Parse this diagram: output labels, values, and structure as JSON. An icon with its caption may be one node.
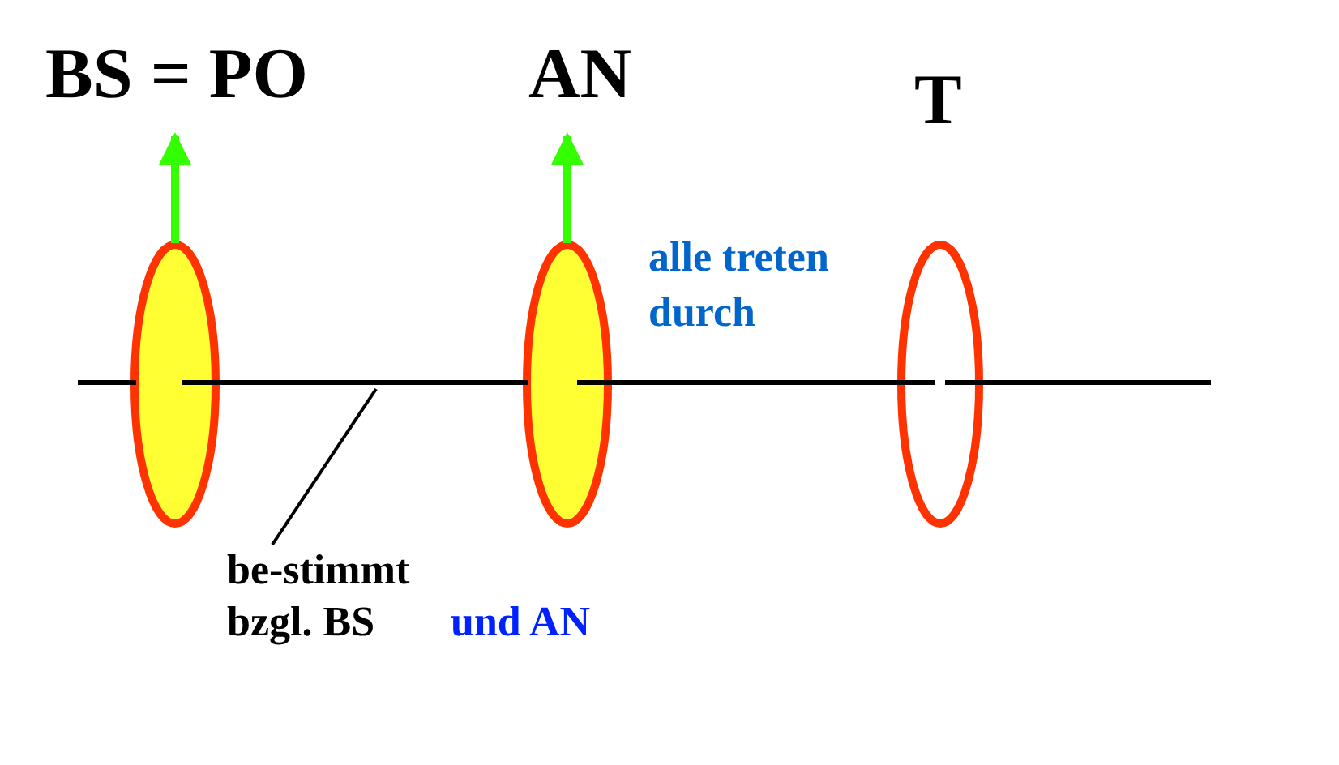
{
  "diagram": {
    "nodes": [
      {
        "text": [
          "BS = PO"
        ]
      },
      {
        "text": [],
        "shape": "ellipse"
      },
      {
        "text": [
          "AN"
        ]
      },
      {
        "text": [],
        "shape": "ellipse"
      },
      {
        "text": [
          "T"
        ]
      },
      {
        "text": [],
        "shape": "ellipse"
      },
      {
        "text": [
          "be-stimmt bzgl. BS",
          "und  AN"
        ]
      }
    ],
    "edges": [
      {
        "from": 1,
        "to": 0,
        "arrow": "to",
        "color": "#33ff00"
      },
      {
        "from": 3,
        "to": 2,
        "arrow": "to",
        "color": "#33ff00"
      },
      {
        "from": 6,
        "to": null,
        "arrow": "none",
        "color": "#000000"
      }
    ],
    "labels": [
      "alle treten durch"
    ]
  }
}
